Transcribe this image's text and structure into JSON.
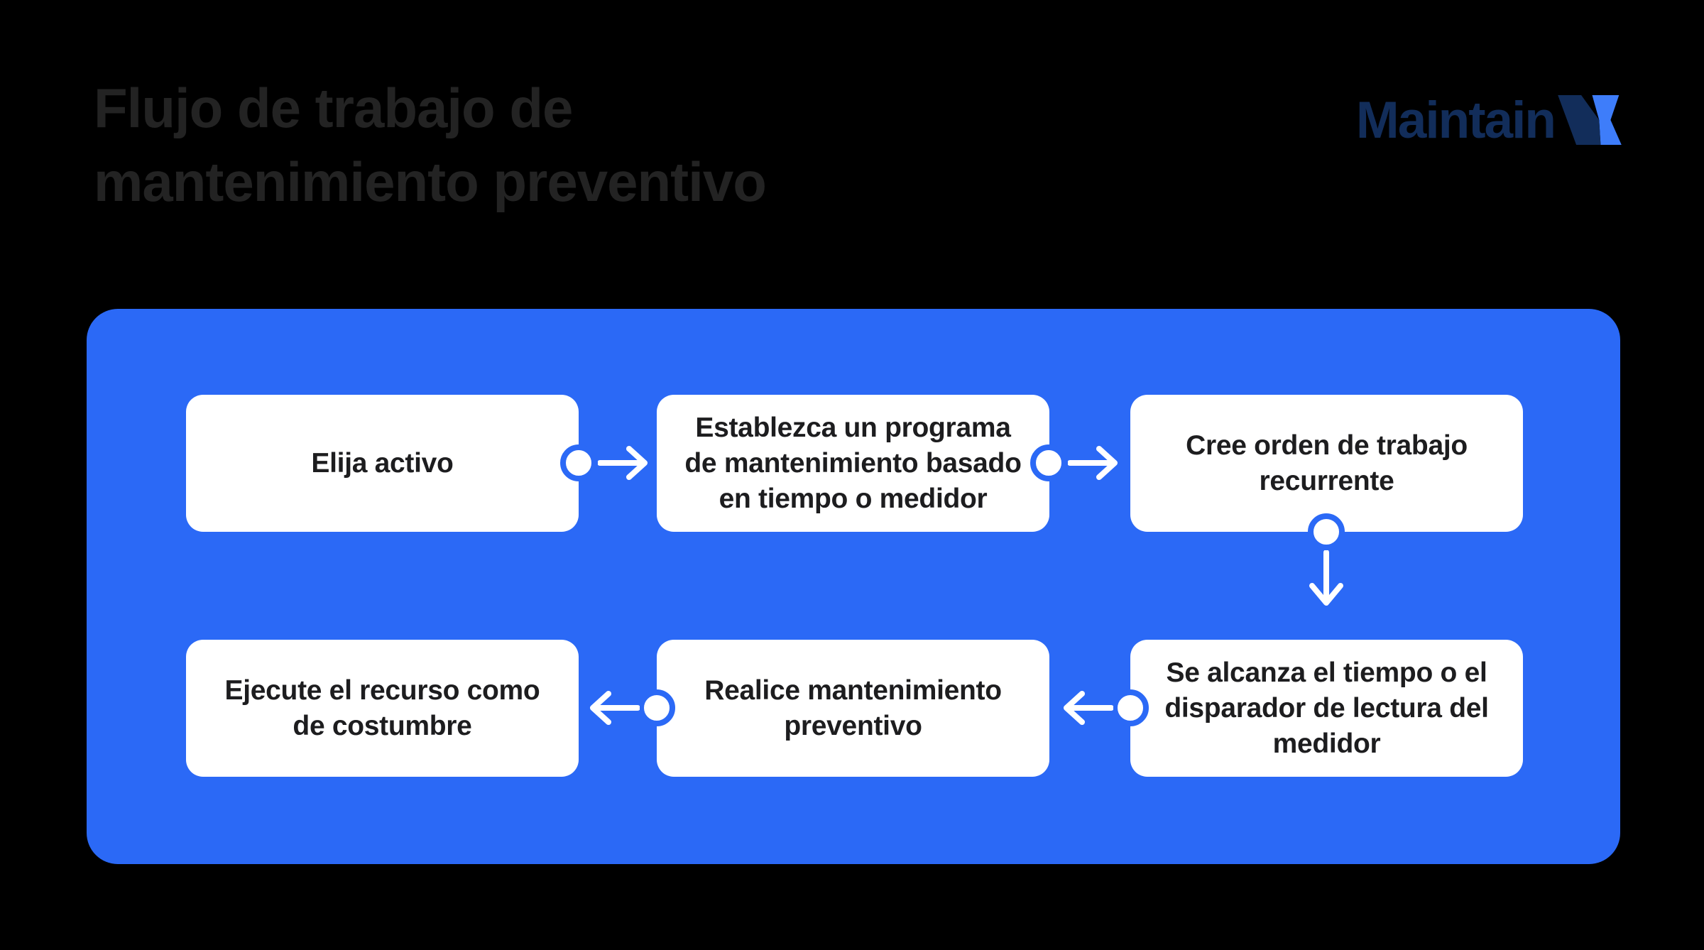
{
  "colors": {
    "background": "#000000",
    "titleText": "#232323",
    "panelBlue": "#2B69F6",
    "boxBg": "#FFFFFF",
    "boxText": "#1D1D1F",
    "logoNavy": "#122D5A",
    "logoBlue": "#3E7DFA",
    "connectorWhite": "#FFFFFF"
  },
  "header": {
    "title_line1": "Flujo de trabajo de",
    "title_line2": "mantenimiento preventivo",
    "logo_brand": "Maintain",
    "logo_x": "X"
  },
  "flow": {
    "boxes": [
      {
        "id": "elija-activo",
        "label": "Elija activo"
      },
      {
        "id": "establezca-programa",
        "label": "Establezca un programa de mantenimiento basado en tiempo o medidor"
      },
      {
        "id": "cree-orden-recurrente",
        "label": "Cree orden de trabajo recurrente"
      },
      {
        "id": "se-alcanza-disparador",
        "label": "Se alcanza el tiempo o el disparador de lectura del medidor"
      },
      {
        "id": "realice-mantenimiento",
        "label": "Realice mantenimiento preventivo"
      },
      {
        "id": "ejecute-recurso",
        "label": "Ejecute el recurso como de costumbre"
      }
    ],
    "connections": [
      {
        "from": "elija-activo",
        "to": "establezca-programa",
        "direction": "right"
      },
      {
        "from": "establezca-programa",
        "to": "cree-orden-recurrente",
        "direction": "right"
      },
      {
        "from": "cree-orden-recurrente",
        "to": "se-alcanza-disparador",
        "direction": "down"
      },
      {
        "from": "se-alcanza-disparador",
        "to": "realice-mantenimiento",
        "direction": "left"
      },
      {
        "from": "realice-mantenimiento",
        "to": "ejecute-recurso",
        "direction": "left"
      }
    ]
  }
}
